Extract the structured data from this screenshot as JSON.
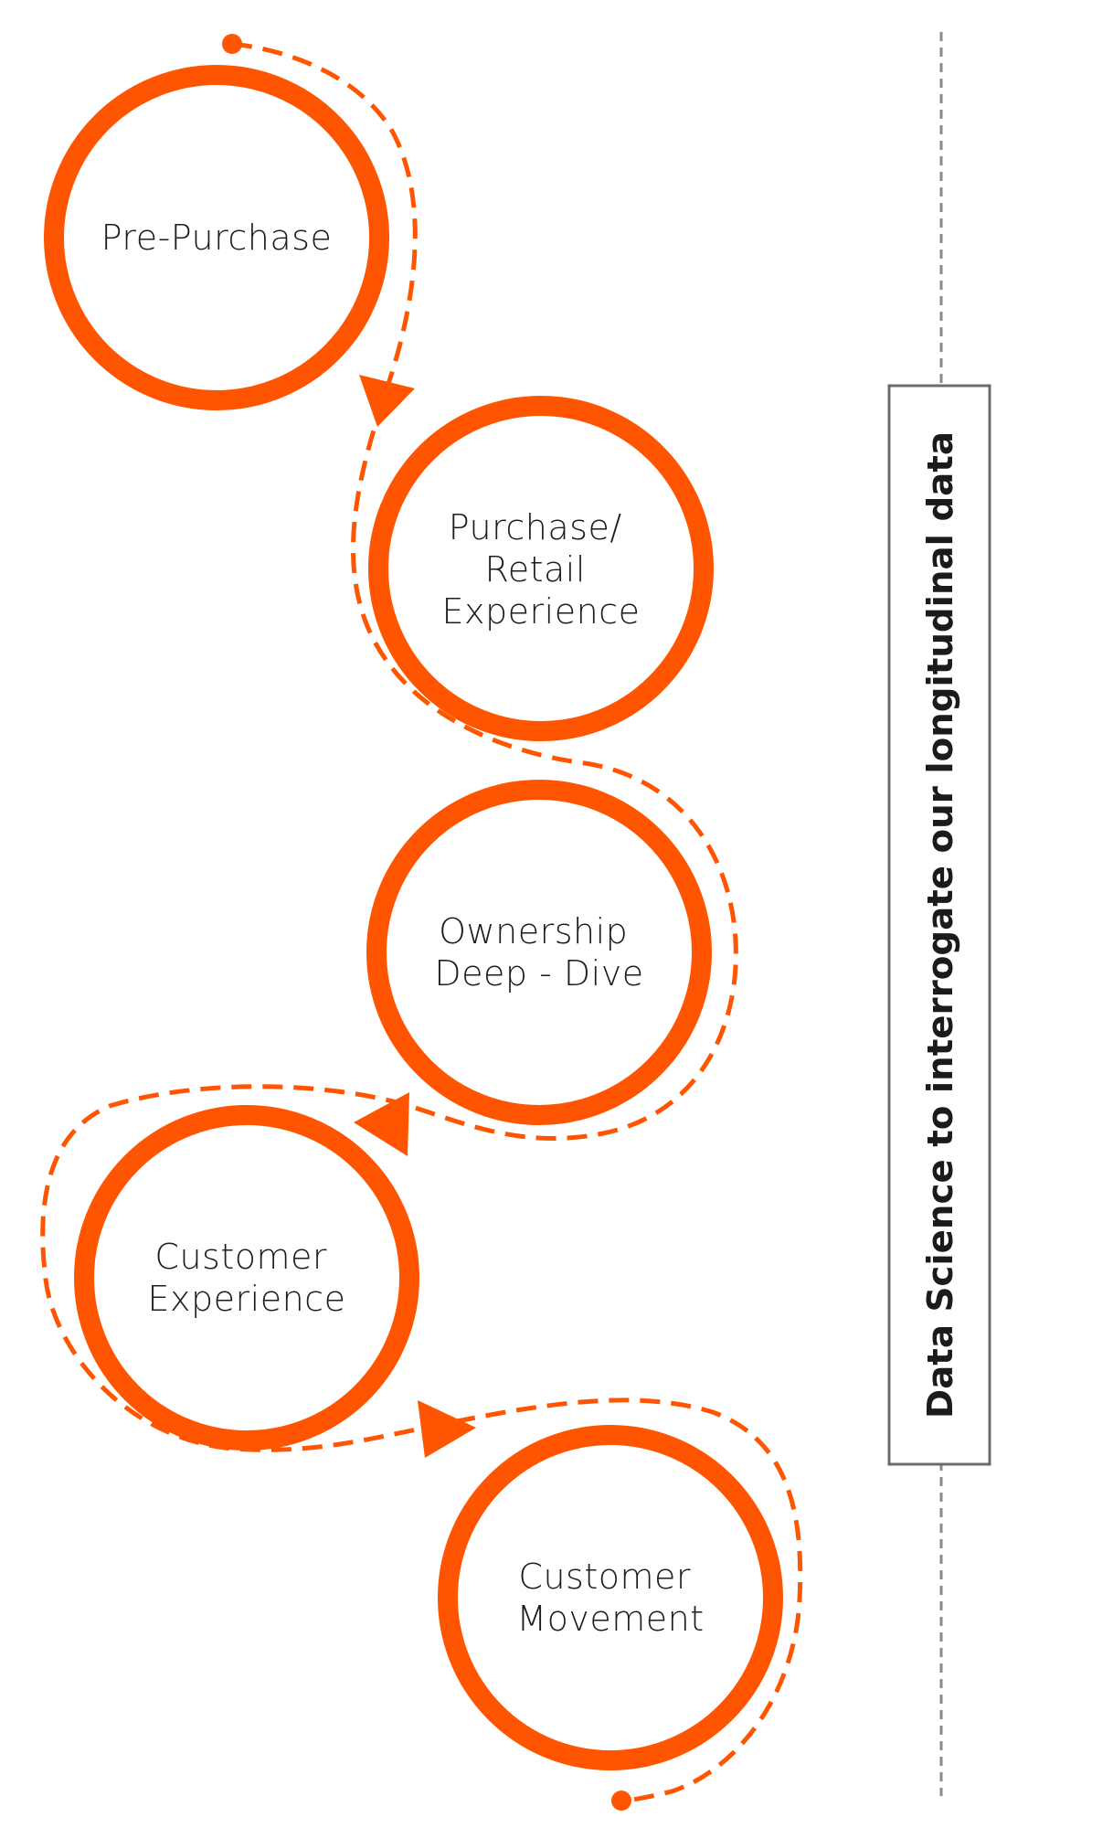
{
  "colors": {
    "accent": "#ff5500",
    "text": "#1d1d1d",
    "divider": "#8a8a8a",
    "box_border": "#6b6b6b"
  },
  "stages": [
    {
      "lines": [
        "Pre-Purchase"
      ]
    },
    {
      "lines": [
        "Purchase/",
        "Retail",
        "Experience"
      ]
    },
    {
      "lines": [
        "Ownership",
        "Deep - Dive"
      ]
    },
    {
      "lines": [
        "Customer",
        "Experience"
      ]
    },
    {
      "lines": [
        "Customer",
        "Movement"
      ]
    }
  ],
  "side_label": "Data Science to interrogate our longitudinal data"
}
